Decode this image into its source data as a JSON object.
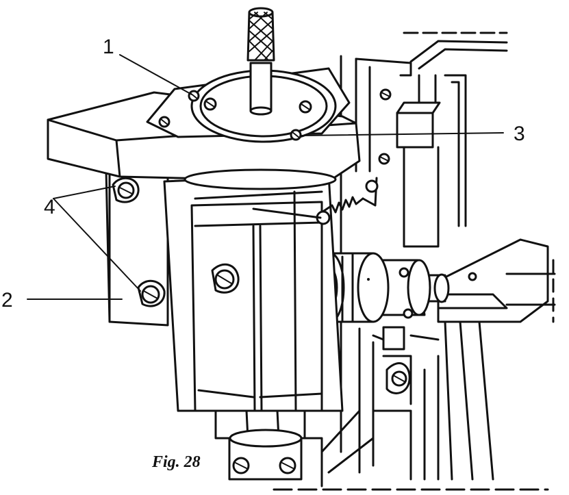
{
  "figure": {
    "caption": "Fig. 28",
    "callouts": [
      {
        "id": "1",
        "text": "1"
      },
      {
        "id": "2",
        "text": "2"
      },
      {
        "id": "3",
        "text": "3"
      },
      {
        "id": "4",
        "text": "4"
      }
    ]
  }
}
